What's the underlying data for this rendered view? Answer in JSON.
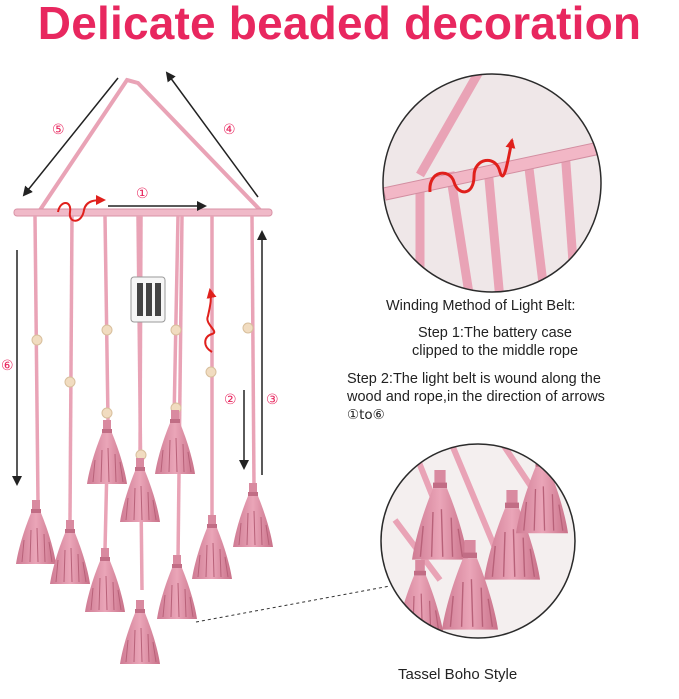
{
  "title": "Delicate beaded decoration",
  "markers": {
    "m1": "①",
    "m2": "②",
    "m3": "③",
    "m4": "④",
    "m5": "⑤",
    "m6": "⑥"
  },
  "instructions": {
    "heading": "Winding Method of Light Belt:",
    "step1_line1": "Step 1:The battery case",
    "step1_line2": "clipped to the middle rope",
    "step2_line1": "Step 2:The light belt is wound along the",
    "step2_line2": "wood and rope,in the direction of arrows",
    "step2_line3": "①to⑥"
  },
  "caption": "Tassel Boho Style",
  "colors": {
    "title": "#e8275f",
    "rope": "#e9a3b6",
    "tassel": "#d98aa0",
    "arrow_red": "#e0201c",
    "label_text": "#222222"
  }
}
